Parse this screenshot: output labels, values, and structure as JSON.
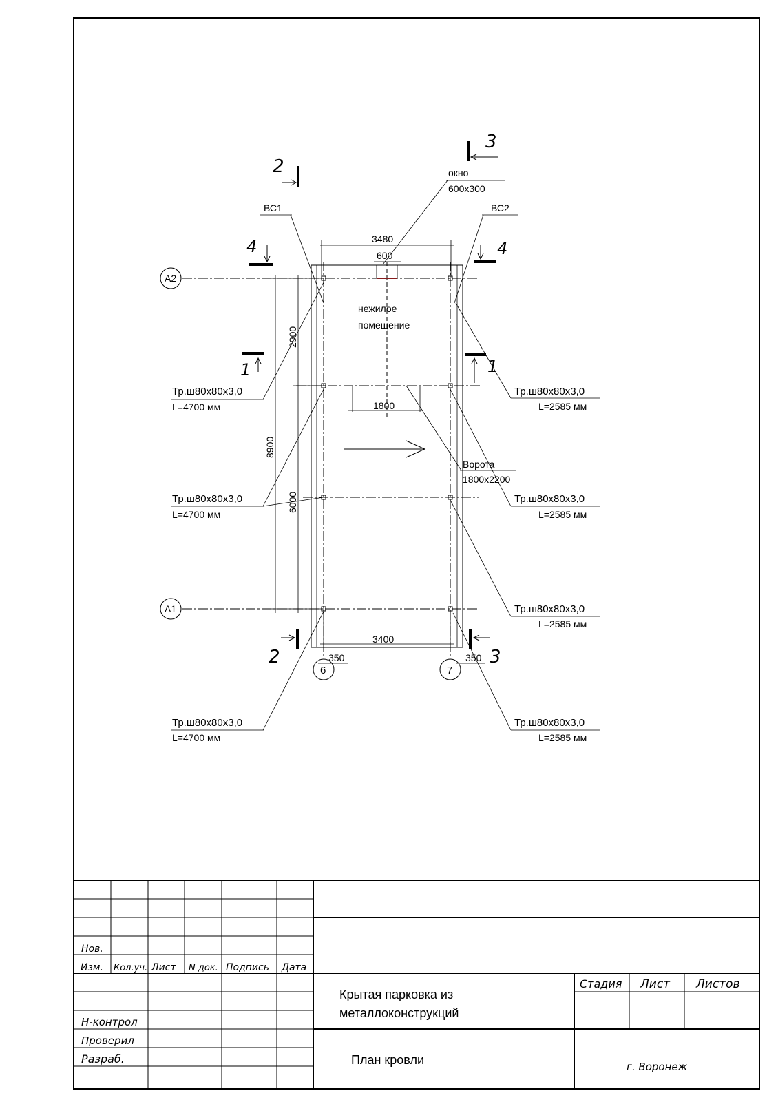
{
  "axes": {
    "a2": "A2",
    "a1": "A1",
    "c6": "6",
    "c7": "7"
  },
  "sections": {
    "s1": "1",
    "s2": "2",
    "s3": "3",
    "s4": "4"
  },
  "braces": {
    "left": "ВС1",
    "right": "ВС2"
  },
  "window": {
    "line1": "окно",
    "line2": "600x300"
  },
  "room": {
    "line1": "нежилое",
    "line2": "помещение"
  },
  "gate": {
    "line1": "Ворота",
    "line2": "1800x2200"
  },
  "dims": {
    "top_width": "3480",
    "window_width": "600",
    "gate_width": "1800",
    "bottom_width": "3400",
    "offset_left": "350",
    "offset_right": "350",
    "total_height": "8900",
    "upper_span": "2900",
    "lower_span": "6000"
  },
  "members": {
    "left_1": {
      "profile": "Тр.ш80х80х3,0",
      "length": "L=4700 мм"
    },
    "left_2": {
      "profile": "Тр.ш80х80х3,0",
      "length": "L=4700 мм"
    },
    "left_3": {
      "profile": "Тр.ш80х80х3,0",
      "length": "L=4700 мм"
    },
    "right_1": {
      "profile": "Тр.ш80х80х3,0",
      "length": "L=2585 мм"
    },
    "right_2": {
      "profile": "Тр.ш80х80х3,0",
      "length": "L=2585 мм"
    },
    "right_3": {
      "profile": "Тр.ш80х80х3,0",
      "length": "L=2585 мм"
    },
    "right_4": {
      "profile": "Тр.ш80х80х3,0",
      "length": "L=2585 мм"
    }
  },
  "title_block": {
    "col_headers": [
      "Изм.",
      "Кол.уч.",
      "Лист",
      "N док.",
      "Подпись",
      "Дата"
    ],
    "row_new": "Нов.",
    "rows": [
      "Разраб.",
      "Проверил",
      "Н-контрол"
    ],
    "project_line1": "Крытая парковка из",
    "project_line2": "металлоконструкций",
    "sheet_title": "План кровли",
    "stage_header": "Стадия",
    "sheet_header": "Лист",
    "sheets_header": "Листов",
    "city": "г. Воронеж"
  },
  "colors": {
    "line": "#000000",
    "window_mark": "#e03030"
  }
}
